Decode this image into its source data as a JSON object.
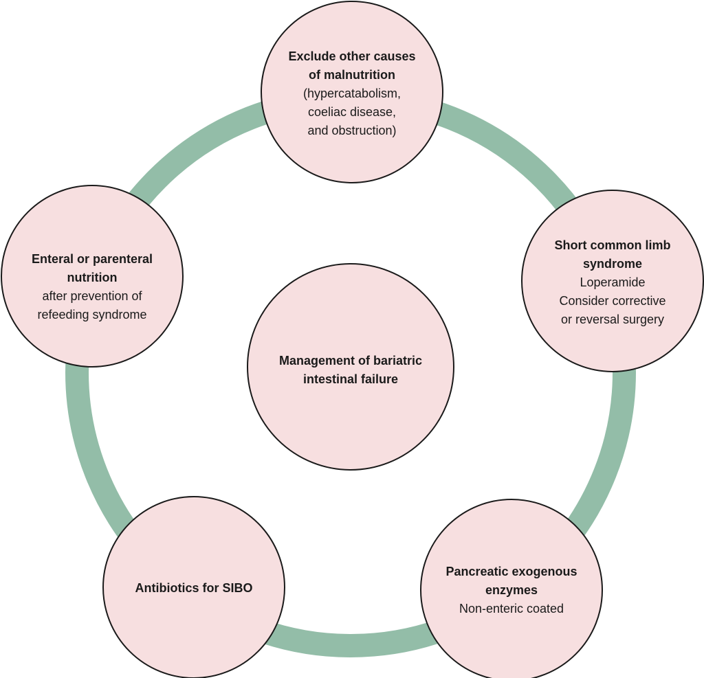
{
  "colors": {
    "ring": "#93bda8",
    "node_fill": "#f7dfe0",
    "node_stroke": "#1a1a1a",
    "text": "#1a1a1a"
  },
  "center": {
    "bold_lines": [
      "Management of bariatric",
      "intestinal failure"
    ],
    "lines": []
  },
  "nodes": [
    {
      "id": "exclude-causes",
      "bold_lines": [
        "Exclude other causes",
        "of malnutrition"
      ],
      "lines": [
        "(hypercatabolism,",
        "coeliac disease,",
        "and obstruction)"
      ]
    },
    {
      "id": "short-common-limb",
      "bold_lines": [
        "Short common limb",
        "syndrome"
      ],
      "lines": [
        "Loperamide",
        "Consider corrective",
        "or reversal surgery"
      ]
    },
    {
      "id": "pancreatic-enzymes",
      "bold_lines": [
        "Pancreatic exogenous",
        "enzymes"
      ],
      "lines": [
        "Non-enteric coated"
      ]
    },
    {
      "id": "antibiotics",
      "bold_lines": [
        "Antibiotics for SIBO"
      ],
      "lines": []
    },
    {
      "id": "nutrition",
      "bold_lines": [
        "Enteral or parenteral",
        "nutrition"
      ],
      "lines": [
        "after prevention of",
        "refeeding syndrome"
      ]
    }
  ]
}
